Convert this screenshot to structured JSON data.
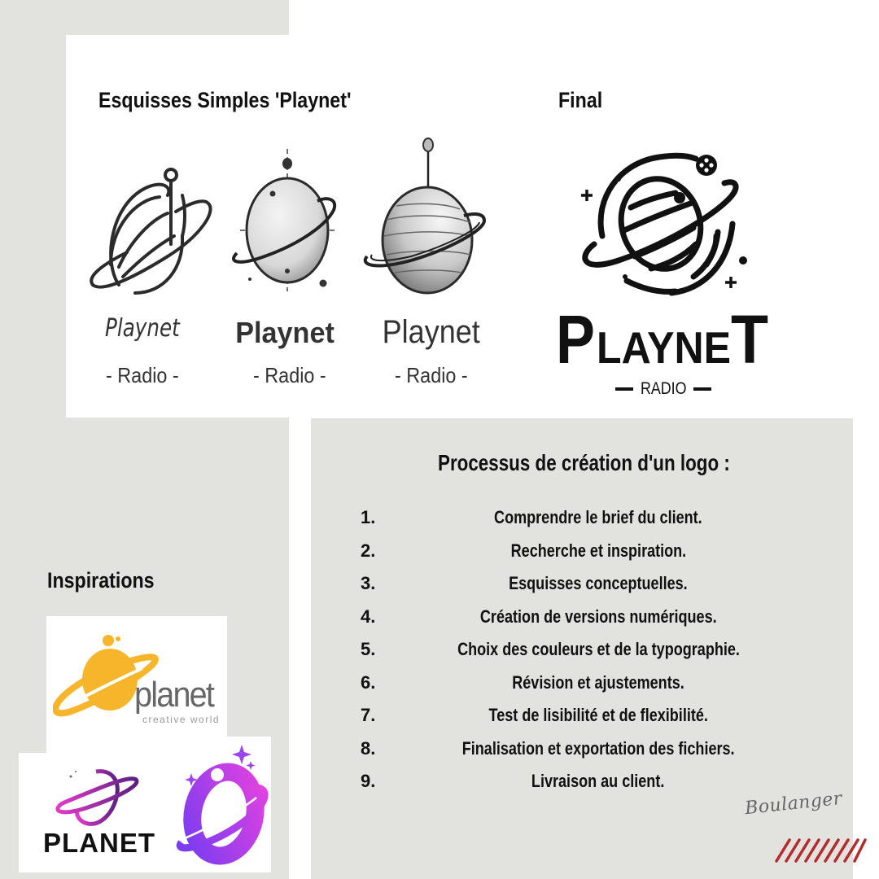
{
  "sketches": {
    "title": "Esquisses Simples 'Playnet'",
    "items": [
      {
        "name": "Playnet",
        "sub": "- Radio -",
        "style": "handwritten"
      },
      {
        "name": "Playnet",
        "sub": "- Radio -",
        "style": "bold"
      },
      {
        "name": "Playnet",
        "sub": "- Radio -",
        "style": "regular"
      }
    ]
  },
  "final": {
    "title": "Final",
    "logo_name": "PLAYNET",
    "logo_sub": "RADIO"
  },
  "inspirations": {
    "title": "Inspirations",
    "logos": [
      {
        "name": "planet",
        "tagline": "creative world",
        "color": "#f6b52b"
      },
      {
        "name": "PLANET",
        "color": "#a62fb0"
      },
      {
        "name": "",
        "color": "#9b45f0"
      }
    ]
  },
  "process": {
    "title": "Processus de création d'un logo :",
    "steps": [
      {
        "num": "1.",
        "text": "Comprendre le brief du client."
      },
      {
        "num": "2.",
        "text": "Recherche et inspiration."
      },
      {
        "num": "3.",
        "text": "Esquisses conceptuelles."
      },
      {
        "num": "4.",
        "text": "Création de versions numériques."
      },
      {
        "num": "5.",
        "text": "Choix des couleurs et de la typographie."
      },
      {
        "num": "6.",
        "text": "Révision et ajustements."
      },
      {
        "num": "7.",
        "text": "Test de lisibilité et de flexibilité."
      },
      {
        "num": "8.",
        "text": "Finalisation et exportation des fichiers."
      },
      {
        "num": "9.",
        "text": "Livraison au client."
      }
    ]
  },
  "signature": "Boulanger",
  "colors": {
    "background_gray": "#e2e2df",
    "accent_red": "#b52a2a"
  }
}
